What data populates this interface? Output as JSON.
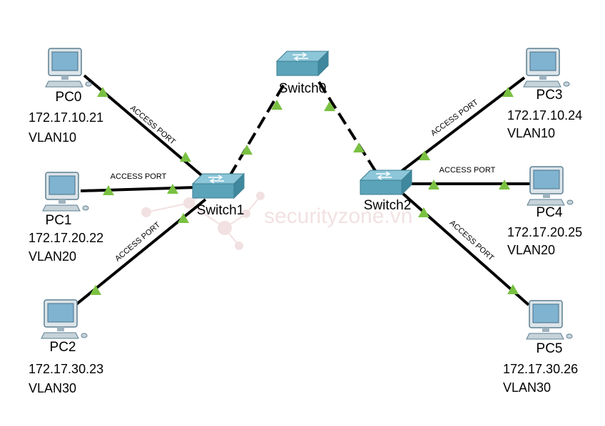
{
  "watermark": {
    "text": "securityzone.vn"
  },
  "colors": {
    "link": "#000000",
    "port_up": "#7ac142",
    "switch_body": "#5aa3b8",
    "switch_top": "#8cc6d8",
    "pc_body": "#dce5ea",
    "pc_screen": "#7fb3d0",
    "watermark": "#e9c9cc"
  },
  "devices": [
    {
      "id": "switch0",
      "type": "switch",
      "name": "Switch0"
    },
    {
      "id": "switch1",
      "type": "switch",
      "name": "Switch1"
    },
    {
      "id": "switch2",
      "type": "switch",
      "name": "Switch2"
    },
    {
      "id": "pc0",
      "type": "pc",
      "icon": "pc-icon",
      "name": "PC0",
      "ip": "172.17.10.21",
      "vlan": "VLAN10"
    },
    {
      "id": "pc1",
      "type": "pc",
      "icon": "pc-icon",
      "name": "PC1",
      "ip": "172.17.20.22",
      "vlan": "VLAN20"
    },
    {
      "id": "pc2",
      "type": "pc",
      "icon": "pc-icon",
      "name": "PC2",
      "ip": "172.17.30.23",
      "vlan": "VLAN30"
    },
    {
      "id": "pc3",
      "type": "pc",
      "icon": "pc-icon",
      "name": "PC3",
      "ip": "172.17.10.24",
      "vlan": "VLAN10"
    },
    {
      "id": "pc4",
      "type": "pc",
      "icon": "pc-icon",
      "name": "PC4",
      "ip": "172.17.20.25",
      "vlan": "VLAN20"
    },
    {
      "id": "pc5",
      "type": "pc",
      "icon": "pc-icon",
      "name": "PC5",
      "ip": "172.17.30.26",
      "vlan": "VLAN30"
    }
  ],
  "links": [
    {
      "from": "pc0",
      "to": "switch1",
      "style": "solid",
      "label": "ACCESS PORT"
    },
    {
      "from": "pc1",
      "to": "switch1",
      "style": "solid",
      "label": "ACCESS PORT"
    },
    {
      "from": "pc2",
      "to": "switch1",
      "style": "solid",
      "label": "ACCESS PORT"
    },
    {
      "from": "pc3",
      "to": "switch2",
      "style": "solid",
      "label": "ACCESS PORT"
    },
    {
      "from": "pc4",
      "to": "switch2",
      "style": "solid",
      "label": "ACCESS PORT"
    },
    {
      "from": "pc5",
      "to": "switch2",
      "style": "solid",
      "label": "ACCESS PORT"
    },
    {
      "from": "switch1",
      "to": "switch0",
      "style": "dashed",
      "label": ""
    },
    {
      "from": "switch0",
      "to": "switch2",
      "style": "dashed",
      "label": ""
    }
  ]
}
